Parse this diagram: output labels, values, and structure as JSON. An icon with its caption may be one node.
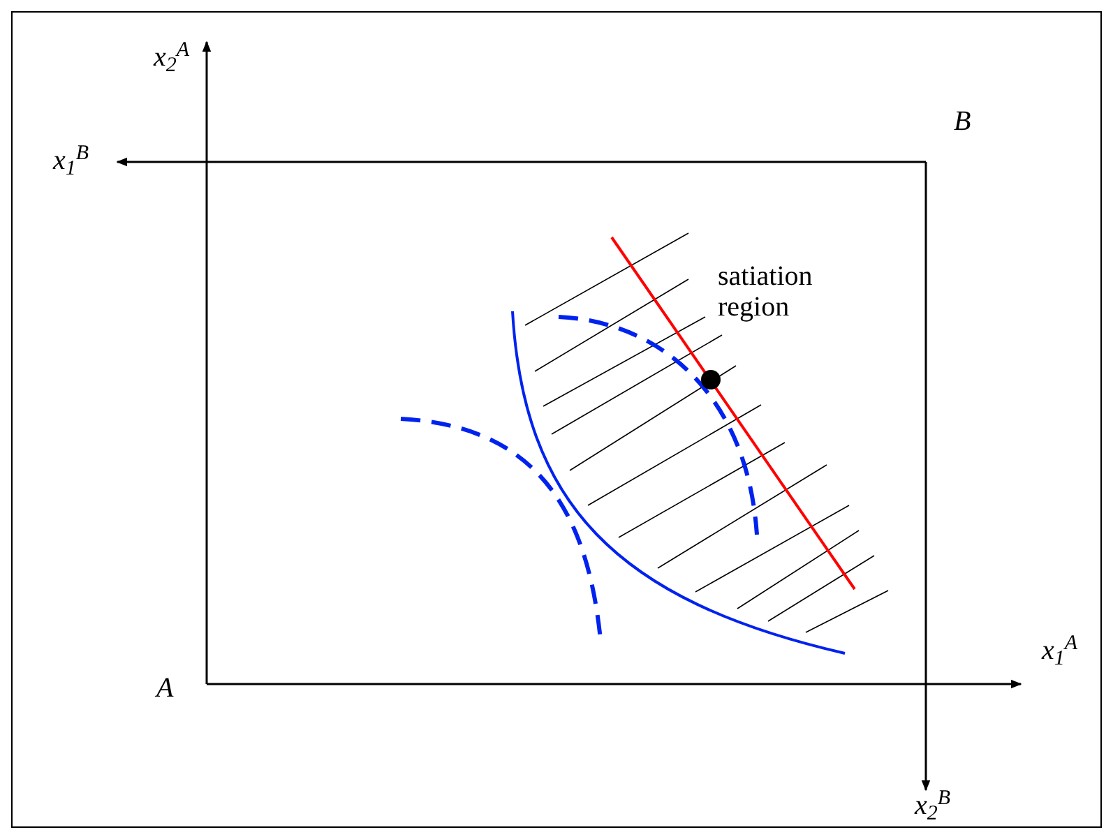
{
  "diagram": {
    "labels": [
      "x$_{2}$$^{A}$",
      "B",
      "x$_{1}$$^{B}$",
      "satiation region",
      "x$_{1}$$^{A}$",
      "A",
      "x$_{2}$$^{B}$"
    ]
  }
}
